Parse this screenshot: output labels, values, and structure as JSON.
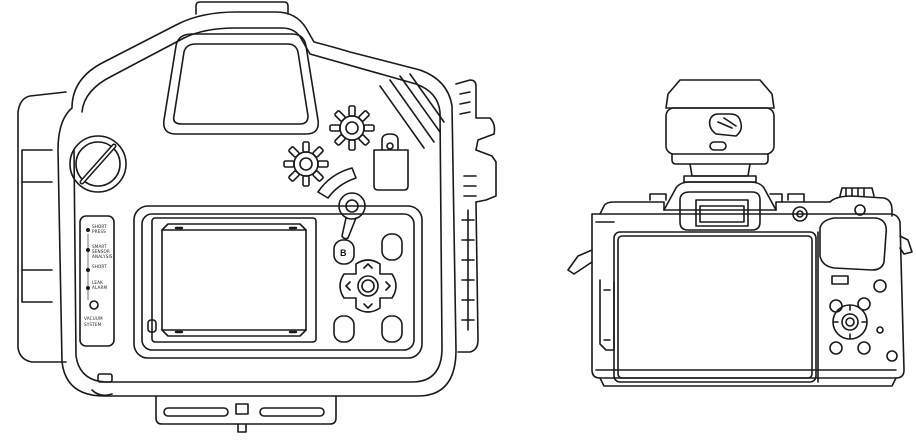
{
  "colors": {
    "stroke": "#1a1a1a",
    "background": "#ffffff"
  },
  "housing": {
    "button_b_label": "B",
    "side_panel_lines": [
      "SHORT",
      "PRESS",
      "SMART",
      "SENSOR",
      "ANALYSIS",
      "SHORT",
      "LEAK",
      "ALARM",
      "VACUUM",
      "SYSTEM"
    ]
  }
}
